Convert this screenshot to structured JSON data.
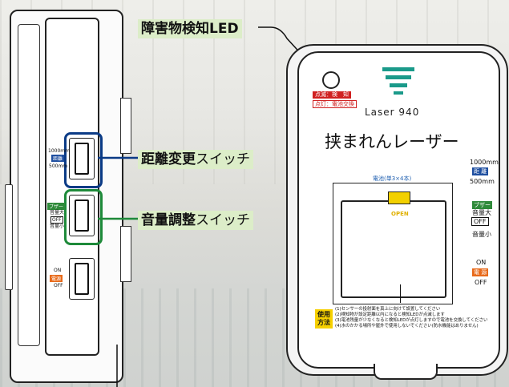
{
  "callouts": {
    "led": {
      "bold": "障害物検知LED"
    },
    "distance": {
      "bold": "距離変更",
      "rest": "スイッチ"
    },
    "volume": {
      "bold": "音量調整",
      "rest": "スイッチ"
    }
  },
  "side_labels": {
    "distance_top": "1000mm",
    "distance_tag": "距離",
    "distance_bottom": "500mm",
    "buzzer_tag": "ブザー",
    "volume_up": "音量大",
    "off": "OFF",
    "volume_down": "音量小",
    "power_on": "ON",
    "power_tag": "電源",
    "power_off": "OFF"
  },
  "front": {
    "blink_label": "点滅：検　知",
    "lit_label": "点灯：電池交換",
    "model": "Laser 940",
    "product_name": "挟まれんレーザー",
    "battery_label": "電池(単3×4本)",
    "open_label": "OPEN",
    "distance_top": "1000mm",
    "distance_tag": "距 離",
    "distance_bottom": "500mm",
    "buzzer_tag": "ブザー",
    "volume_up": "音量大",
    "off": "OFF",
    "volume_down": "音量小",
    "power_on": "ON",
    "power_tag": "電 源",
    "power_off": "OFF",
    "usage_tag": "使用方法",
    "usage_lines": [
      "(1)センサーの投射面を真上に向けて設置してください",
      "(2)検知物が設定距離以内になると検知LEDが点滅します",
      "(3)電池残量が少なくなると検知LEDが点灯しますので電池を交換してください",
      "(4)水のかかる場所や屋外で使用しないでください(防水機能はありません)"
    ]
  },
  "colors": {
    "callout_bg": "#dcedc8",
    "blue_ring": "#0b3b86",
    "green_ring": "#1e8a3a",
    "teal_logo": "#1a9a8a"
  }
}
